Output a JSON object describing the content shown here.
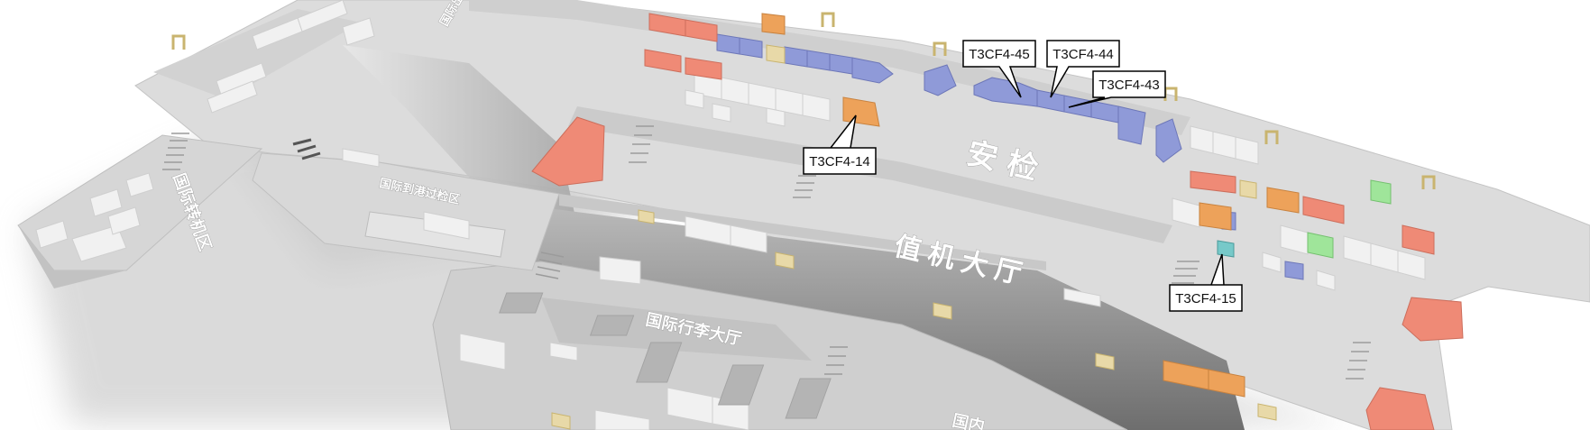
{
  "map": {
    "colors": {
      "background": "#ffffff",
      "floor": "#d9d9d9",
      "floor_light": "#e6e6e6",
      "wall_shadow": "#9e9e9e",
      "security": "#8f9ad8",
      "retail": "#ef8a76",
      "food": "#eda25a",
      "service": "#f2e0a6",
      "green": "#9fe59a",
      "teal": "#77c9c9",
      "yellow_gate": "#e8d9a8",
      "callout_border": "#000000",
      "callout_fill": "#ffffff"
    },
    "area_labels": {
      "security": "安 检",
      "checkin_hall": "值机大厅",
      "intl_baggage_hall": "国际行李大厅",
      "intl_transfer_zone": "国际到港过检区",
      "intl_transfer_area": "国际转机区",
      "top_fragment": "国际出发",
      "bottom_fragment": "国内"
    },
    "callouts": [
      {
        "id": "c45",
        "label": "T3CF4-45"
      },
      {
        "id": "c44",
        "label": "T3CF4-44"
      },
      {
        "id": "c43",
        "label": "T3CF4-43"
      },
      {
        "id": "c14",
        "label": "T3CF4-14"
      },
      {
        "id": "c15",
        "label": "T3CF4-15"
      }
    ]
  }
}
